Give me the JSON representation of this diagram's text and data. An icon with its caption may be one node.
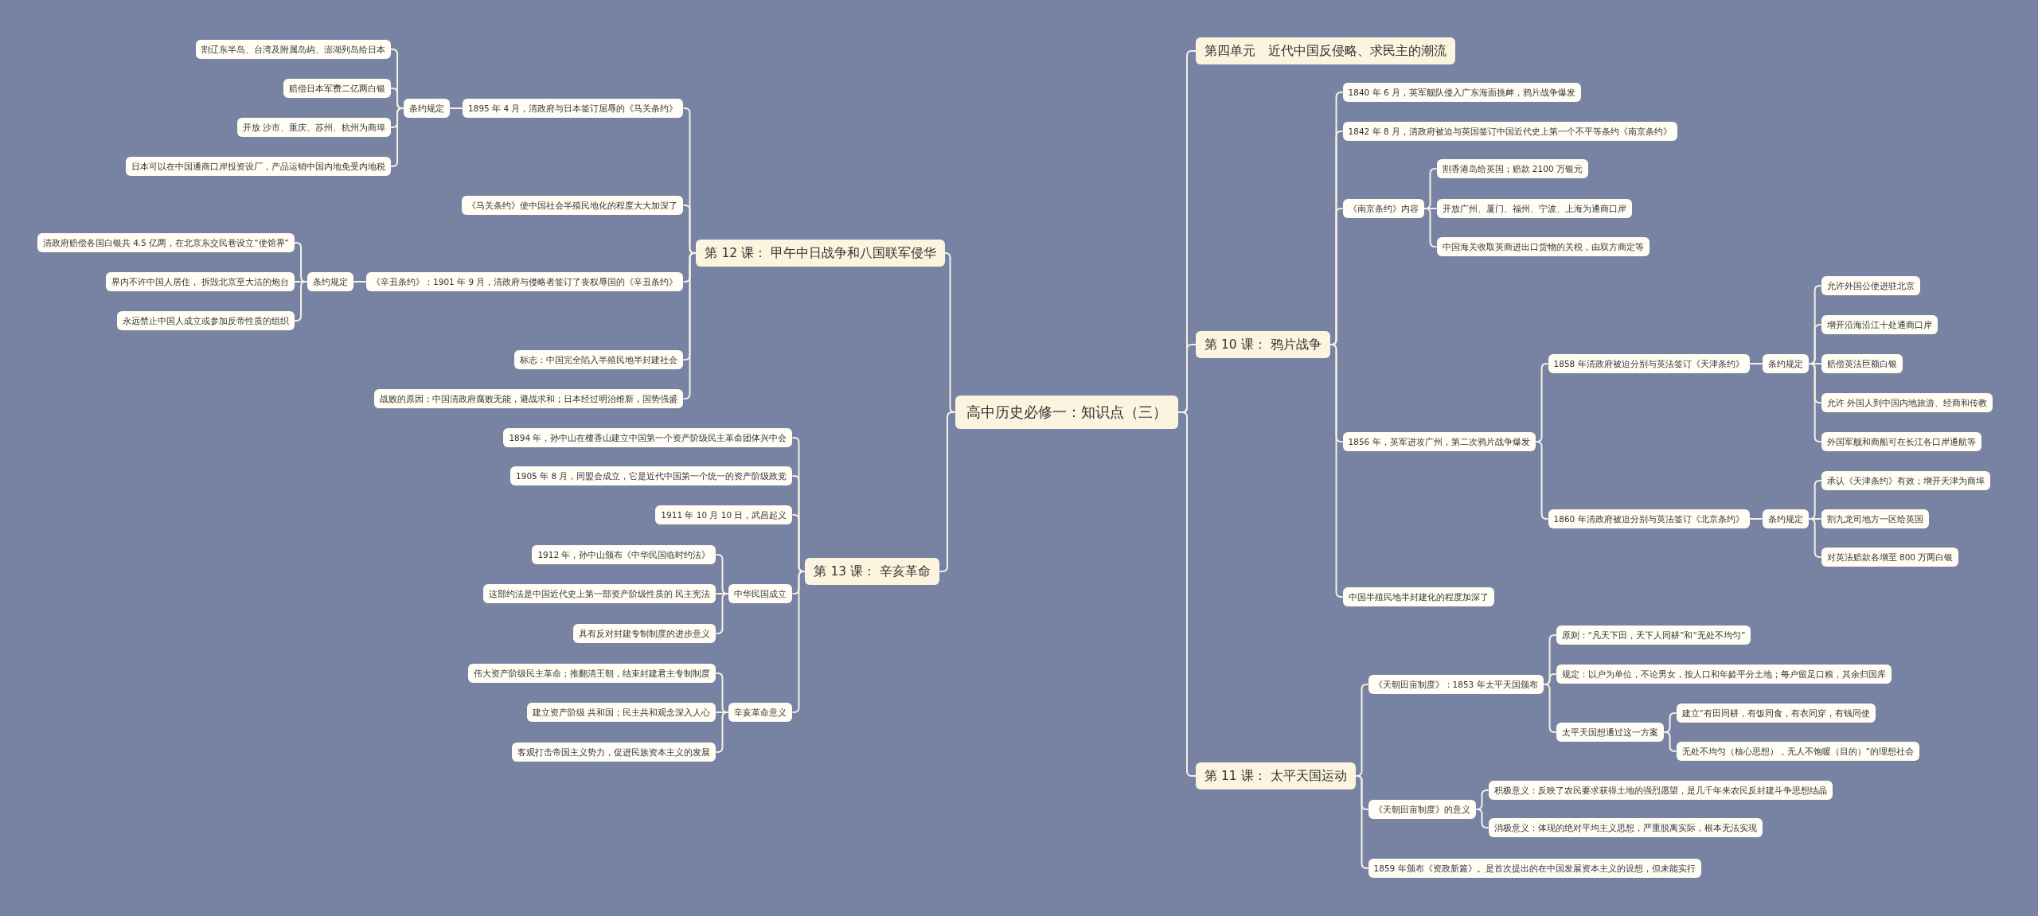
{
  "diagram": {
    "nodes": [
      {
        "text": [
          "高中历史必修一：知识点（三）"
        ]
      },
      {
        "text": [
          "第 12 课： 甲午中日战争和八国联军侵华"
        ]
      },
      {
        "text": [
          "1895 年 4 月，清政府与日本签订屈辱的《马关条约》"
        ]
      },
      {
        "text": [
          "条约规定"
        ]
      },
      {
        "text": [
          "割辽东半岛、台湾及附属岛屿、澎湖列岛给日本"
        ]
      },
      {
        "text": [
          "赔偿日本军费二亿两白银"
        ]
      },
      {
        "text": [
          "开放 沙市、重庆、苏州、杭州为商埠"
        ]
      },
      {
        "text": [
          "日本可以在中国通商口岸投资设厂，产品运销中国内地免受内地税"
        ]
      },
      {
        "text": [
          "《马关条约》使中国社会半殖民地化的程度大大加深了"
        ]
      },
      {
        "text": [
          "《辛丑条约》：1901 年 9 月，清政府与侵略者签订了丧权辱国的《辛丑条约》"
        ]
      },
      {
        "text": [
          "条约规定"
        ]
      },
      {
        "text": [
          "清政府赔偿各国白银共 4.5 亿两，在北京东交民巷设立“使馆界”"
        ]
      },
      {
        "text": [
          "界内不许中国人居住， 拆毁北京至大沽的炮台"
        ]
      },
      {
        "text": [
          "永远禁止中国人成立或参加反帝性质的组织"
        ]
      },
      {
        "text": [
          "标志：中国完全陷入半殖民地半封建社会"
        ]
      },
      {
        "text": [
          "战败的原因：中国清政府腐败无能，避战求和；日本经过明治维新，国势强盛"
        ]
      },
      {
        "text": [
          "第 13 课： 辛亥革命"
        ]
      },
      {
        "text": [
          "1894 年，孙中山在檀香山建立中国第一个资产阶级民主革命团体兴中会"
        ]
      },
      {
        "text": [
          "1905 年 8 月，同盟会成立，它是近代中国第一个统一的资产阶级政党"
        ]
      },
      {
        "text": [
          "1911 年 10 月 10 日，武昌起义"
        ]
      },
      {
        "text": [
          "中华民国成立"
        ]
      },
      {
        "text": [
          "1912 年，孙中山颁布《中华民国临时约法》"
        ]
      },
      {
        "text": [
          "这部约法是中国近代史上第一部资产阶级性质的 民主宪法"
        ]
      },
      {
        "text": [
          "具有反对封建专制制度的进步意义"
        ]
      },
      {
        "text": [
          "辛亥革命意义"
        ]
      },
      {
        "text": [
          "伟大资产阶级民主革命；推翻清王朝，结束封建君主专制制度"
        ]
      },
      {
        "text": [
          "建立资产阶级 共和国；民主共和观念深入人心"
        ]
      },
      {
        "text": [
          "客观打击帝国主义势力，促进民族资本主义的发展"
        ]
      },
      {
        "text": [
          "第四单元　近代中国反侵略、求民主的潮流"
        ]
      },
      {
        "text": [
          "第 10 课： 鸦片战争"
        ]
      },
      {
        "text": [
          "1840 年 6 月，英军舰队侵入广东海面挑衅，鸦片战争爆发"
        ]
      },
      {
        "text": [
          "1842 年 8 月，清政府被迫与英国签订中国近代史上第一个不平等条约《南京条约》"
        ]
      },
      {
        "text": [
          "《南京条约》内容"
        ]
      },
      {
        "text": [
          "割香港岛给英国；赔款 2100 万银元"
        ]
      },
      {
        "text": [
          "开放广州、厦门、福州、宁波、上海为通商口岸"
        ]
      },
      {
        "text": [
          "中国海关收取英商进出口货物的关税，由双方商定等"
        ]
      },
      {
        "text": [
          "1856 年，英军进攻广州，第二次鸦片战争爆发"
        ]
      },
      {
        "text": [
          "1858 年清政府被迫分别与英法签订《天津条约》"
        ]
      },
      {
        "text": [
          "条约规定"
        ]
      },
      {
        "text": [
          "允许外国公使进驻北京"
        ]
      },
      {
        "text": [
          "增开沿海沿江十处通商口岸"
        ]
      },
      {
        "text": [
          "赔偿英法巨额白银"
        ]
      },
      {
        "text": [
          "允许 外国人到中国内地旅游、经商和传教"
        ]
      },
      {
        "text": [
          "外国军舰和商船可在长江各口岸通航等"
        ]
      },
      {
        "text": [
          "1860 年清政府被迫分别与英法签订《北京条约》"
        ]
      },
      {
        "text": [
          "条约规定"
        ]
      },
      {
        "text": [
          "承认《天津条约》有效；增开天津为商埠"
        ]
      },
      {
        "text": [
          "割九龙司地方一区给英国"
        ]
      },
      {
        "text": [
          "对英法赔款各增至 800 万两白银"
        ]
      },
      {
        "text": [
          "中国半殖民地半封建化的程度加深了"
        ]
      },
      {
        "text": [
          "第 11 课： 太平天国运动"
        ]
      },
      {
        "text": [
          "《天朝田亩制度》：1853 年太平天国颁布"
        ]
      },
      {
        "text": [
          "原则：“凡天下田，天下人同耕”和“无处不均匀”"
        ]
      },
      {
        "text": [
          "规定：以户为单位，不论男女，按人口和年龄平分土地；每户留足口粮，其余归国库"
        ]
      },
      {
        "text": [
          "太平天国想通过这一方案"
        ]
      },
      {
        "text": [
          "建立“有田同耕，有饭同食，有衣同穿，有钱同使"
        ]
      },
      {
        "text": [
          "无处不均匀（核心思想），无人不饱暖（目的）”的理想社会"
        ]
      },
      {
        "text": [
          "《天朝田亩制度》的意义"
        ]
      },
      {
        "text": [
          "积极意义：反映了农民要求获得土地的强烈愿望，是几千年来农民反封建斗争思想结晶"
        ]
      },
      {
        "text": [
          "消极意义：体现的绝对平均主义思想，严重脱离实际，根本无法实现"
        ]
      },
      {
        "text": [
          "1859 年颁布《资政新篇》。是首次提出的在中国发展资本主义的设想，但未能实行"
        ]
      }
    ],
    "edges": [
      {
        "from": 0,
        "to": 1,
        "arrow": "none"
      },
      {
        "from": 0,
        "to": 16,
        "arrow": "none"
      },
      {
        "from": 0,
        "to": 28,
        "arrow": "none"
      },
      {
        "from": 0,
        "to": 29,
        "arrow": "none"
      },
      {
        "from": 0,
        "to": 50,
        "arrow": "none"
      },
      {
        "from": 1,
        "to": 2,
        "arrow": "none"
      },
      {
        "from": 1,
        "to": 8,
        "arrow": "none"
      },
      {
        "from": 1,
        "to": 9,
        "arrow": "none"
      },
      {
        "from": 1,
        "to": 14,
        "arrow": "none"
      },
      {
        "from": 1,
        "to": 15,
        "arrow": "none"
      },
      {
        "from": 2,
        "to": 3,
        "arrow": "none"
      },
      {
        "from": 3,
        "to": 4,
        "arrow": "none"
      },
      {
        "from": 3,
        "to": 5,
        "arrow": "none"
      },
      {
        "from": 3,
        "to": 6,
        "arrow": "none"
      },
      {
        "from": 3,
        "to": 7,
        "arrow": "none"
      },
      {
        "from": 9,
        "to": 10,
        "arrow": "none"
      },
      {
        "from": 10,
        "to": 11,
        "arrow": "none"
      },
      {
        "from": 10,
        "to": 12,
        "arrow": "none"
      },
      {
        "from": 10,
        "to": 13,
        "arrow": "none"
      },
      {
        "from": 16,
        "to": 17,
        "arrow": "none"
      },
      {
        "from": 16,
        "to": 18,
        "arrow": "none"
      },
      {
        "from": 16,
        "to": 19,
        "arrow": "none"
      },
      {
        "from": 16,
        "to": 20,
        "arrow": "none"
      },
      {
        "from": 16,
        "to": 24,
        "arrow": "none"
      },
      {
        "from": 20,
        "to": 21,
        "arrow": "none"
      },
      {
        "from": 20,
        "to": 22,
        "arrow": "none"
      },
      {
        "from": 20,
        "to": 23,
        "arrow": "none"
      },
      {
        "from": 24,
        "to": 25,
        "arrow": "none"
      },
      {
        "from": 24,
        "to": 26,
        "arrow": "none"
      },
      {
        "from": 24,
        "to": 27,
        "arrow": "none"
      },
      {
        "from": 29,
        "to": 30,
        "arrow": "none"
      },
      {
        "from": 29,
        "to": 31,
        "arrow": "none"
      },
      {
        "from": 29,
        "to": 32,
        "arrow": "none"
      },
      {
        "from": 29,
        "to": 36,
        "arrow": "none"
      },
      {
        "from": 29,
        "to": 49,
        "arrow": "none"
      },
      {
        "from": 32,
        "to": 33,
        "arrow": "none"
      },
      {
        "from": 32,
        "to": 34,
        "arrow": "none"
      },
      {
        "from": 32,
        "to": 35,
        "arrow": "none"
      },
      {
        "from": 36,
        "to": 37,
        "arrow": "none"
      },
      {
        "from": 36,
        "to": 44,
        "arrow": "none"
      },
      {
        "from": 37,
        "to": 38,
        "arrow": "none"
      },
      {
        "from": 38,
        "to": 39,
        "arrow": "none"
      },
      {
        "from": 38,
        "to": 40,
        "arrow": "none"
      },
      {
        "from": 38,
        "to": 41,
        "arrow": "none"
      },
      {
        "from": 38,
        "to": 42,
        "arrow": "none"
      },
      {
        "from": 38,
        "to": 43,
        "arrow": "none"
      },
      {
        "from": 44,
        "to": 45,
        "arrow": "none"
      },
      {
        "from": 45,
        "to": 46,
        "arrow": "none"
      },
      {
        "from": 45,
        "to": 47,
        "arrow": "none"
      },
      {
        "from": 45,
        "to": 48,
        "arrow": "none"
      },
      {
        "from": 50,
        "to": 51,
        "arrow": "none"
      },
      {
        "from": 50,
        "to": 57,
        "arrow": "none"
      },
      {
        "from": 50,
        "to": 60,
        "arrow": "none"
      },
      {
        "from": 51,
        "to": 52,
        "arrow": "none"
      },
      {
        "from": 51,
        "to": 53,
        "arrow": "none"
      },
      {
        "from": 51,
        "to": 54,
        "arrow": "none"
      },
      {
        "from": 54,
        "to": 55,
        "arrow": "none"
      },
      {
        "from": 54,
        "to": 56,
        "arrow": "none"
      },
      {
        "from": 57,
        "to": 58,
        "arrow": "none"
      },
      {
        "from": 57,
        "to": 59,
        "arrow": "none"
      }
    ]
  }
}
